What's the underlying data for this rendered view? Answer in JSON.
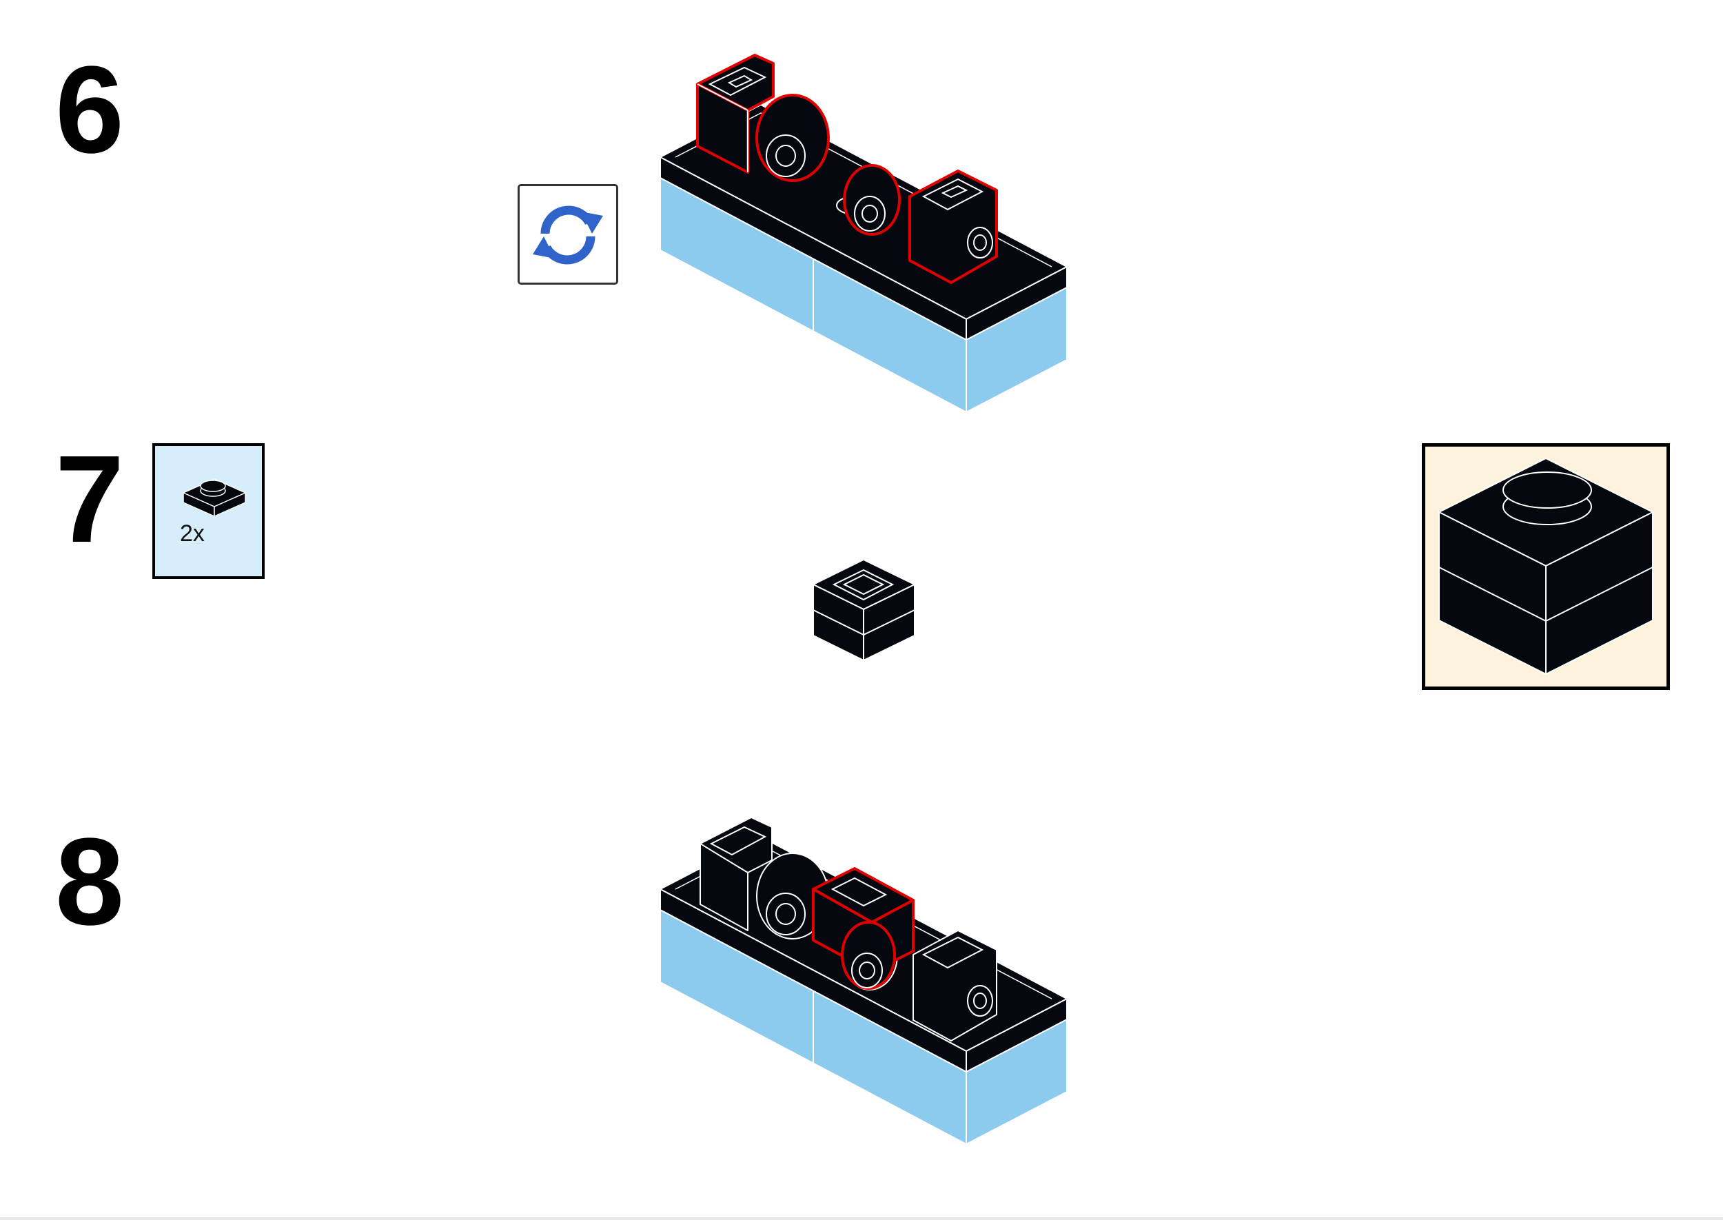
{
  "steps": [
    {
      "number": "6"
    },
    {
      "number": "7",
      "parts": [
        {
          "part": "black-1x1-plate-icon",
          "quantity": "2x"
        }
      ]
    },
    {
      "number": "8"
    }
  ],
  "icons": {
    "rotate": "rotate-model-icon"
  },
  "colors": {
    "brick_light_blue": "#8ccbee",
    "brick_black": "#05080f",
    "new_part_outline": "#e00000",
    "parts_box_bg": "#d6edfc",
    "callout_bg": "#fdf3dc",
    "rotate_arrow_blue": "#2f63c9"
  }
}
